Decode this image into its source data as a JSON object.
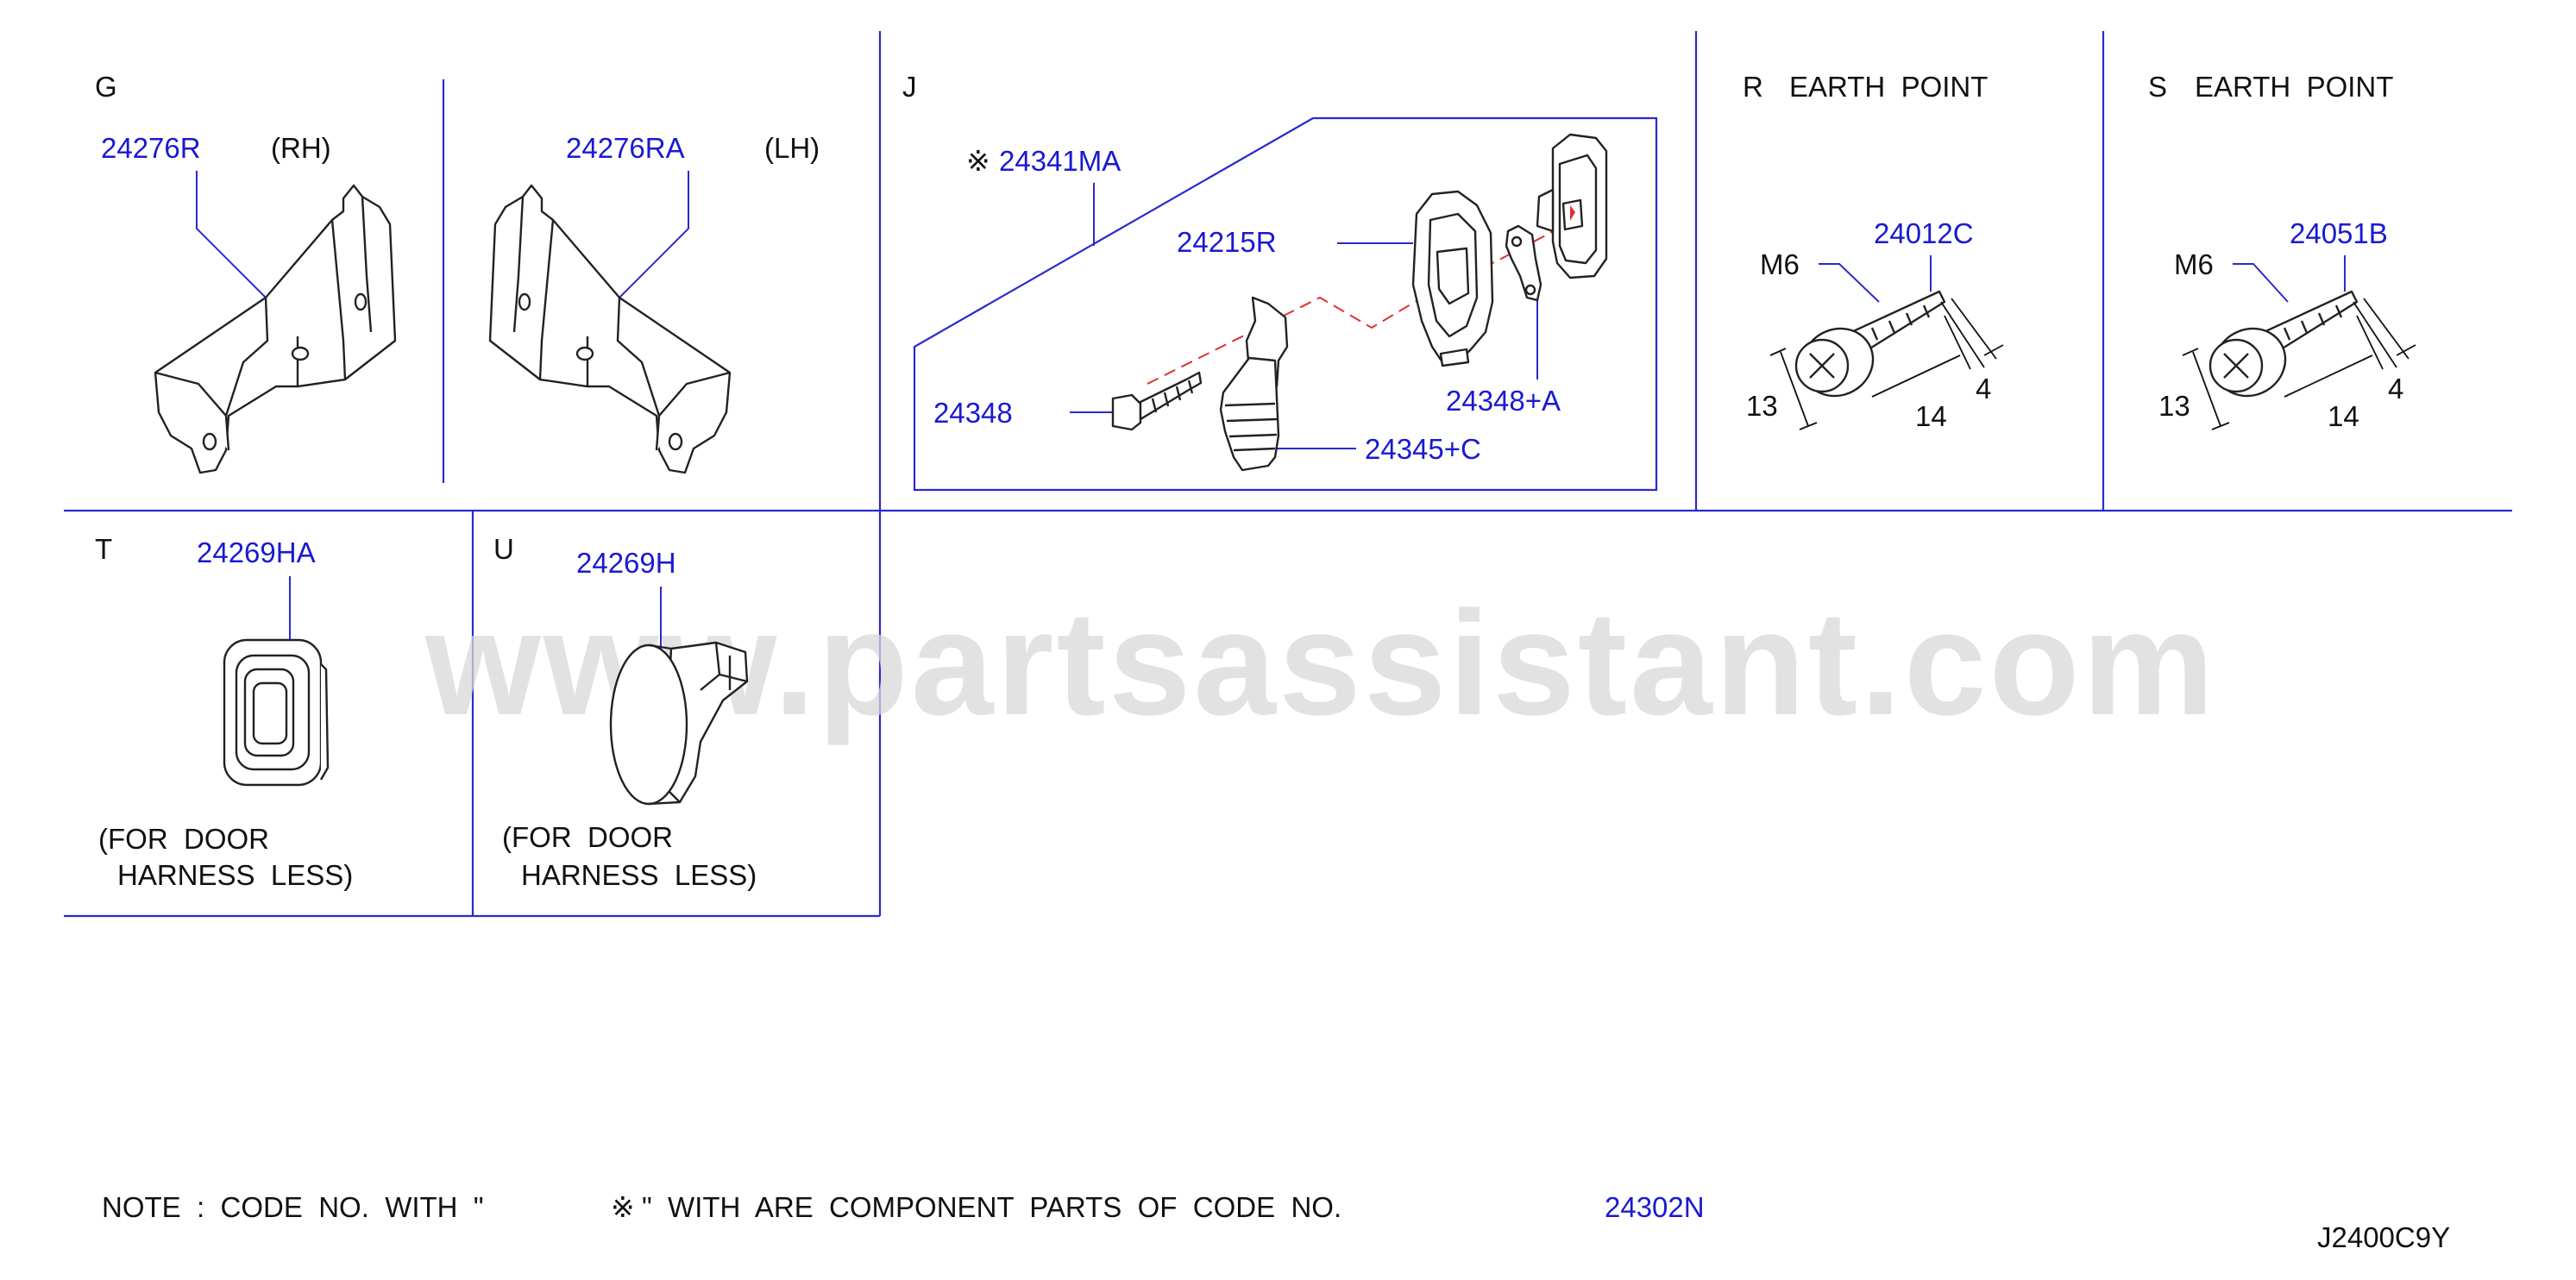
{
  "watermark": "www.partsassistant.com",
  "sections": {
    "G": {
      "letter": "G",
      "rh_part": "24276R",
      "rh_side": "(RH)",
      "lh_part": "24276RA",
      "lh_side": "(LH)"
    },
    "J": {
      "letter": "J",
      "kit_mark": "※",
      "kit_part": "24341MA",
      "parts": [
        "24215R",
        "24348",
        "24348+A",
        "24345+C"
      ]
    },
    "R": {
      "letter": "R",
      "title": "EARTH  POINT",
      "part": "24012C",
      "thread": "M6",
      "dim_head": "13",
      "dim_length": "14",
      "dim_tip": "4"
    },
    "S": {
      "letter": "S",
      "title": "EARTH  POINT",
      "part": "24051B",
      "thread": "M6",
      "dim_head": "13",
      "dim_length": "14",
      "dim_tip": "4"
    },
    "T": {
      "letter": "T",
      "part": "24269HA",
      "note_line1": "(FOR  DOOR",
      "note_line2": "HARNESS  LESS)"
    },
    "U": {
      "letter": "U",
      "part": "24269H",
      "note_line1": "(FOR  DOOR",
      "note_line2": "HARNESS  LESS)"
    }
  },
  "footer": {
    "note_before": "NOTE  :  CODE  NO.  WITH  \"",
    "note_mark": "※",
    "note_after": "\"  WITH  ARE  COMPONENT  PARTS  OF  CODE  NO.",
    "note_code": "24302N",
    "diagram_id": "J2400C9Y"
  },
  "colors": {
    "part_link": "#1a1ad0",
    "frame_line": "#2a2ad0",
    "text": "#111111",
    "phantom_line": "#e03030",
    "watermark": "#d8d8d8"
  }
}
